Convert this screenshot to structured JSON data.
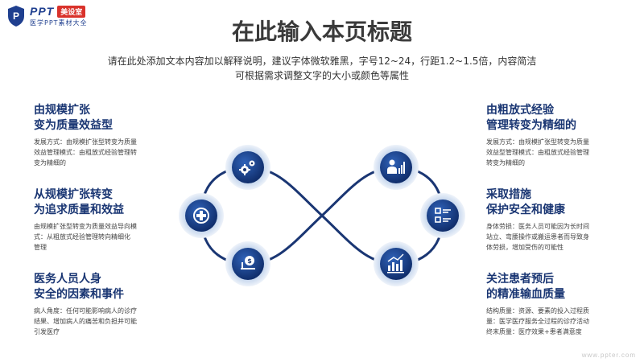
{
  "logo": {
    "brand": "PPT",
    "badge": "美设室",
    "subtitle": "医学PPT素材大全"
  },
  "header": {
    "title": "在此输入本页标题",
    "desc_line1": "请在此处添加文本内容加以解释说明，建议字体微软雅黑，字号12~24，行距1.2~1.5倍，内容简洁",
    "desc_line2": "可根据需求调整文字的大小或颜色等属性"
  },
  "left_items": [
    {
      "title_line1": "由规模扩张",
      "title_line2": "变为质量效益型",
      "body_line1": "发展方式：由规模扩张型转变为质量",
      "body_line2": "效益管理模式：由粗放式经验管理转",
      "body_line3": "变为精细的"
    },
    {
      "title_line1": "从规模扩张转变",
      "title_line2": "为追求质量和效益",
      "body_line1": "由规模扩张型转变为质量效益导向模",
      "body_line2": "式：从粗放式经验管理转向精细化",
      "body_line3": "管理"
    },
    {
      "title_line1": "医务人员人身",
      "title_line2": "安全的因素和事件",
      "body_line1": "病人角度：任何可能影响病人的诊疗",
      "body_line2": "结果、增加病人的痛苦和负担并可能",
      "body_line3": "引发医疗"
    }
  ],
  "right_items": [
    {
      "title_line1": "由粗放式经验",
      "title_line2": "管理转变为精细的",
      "body_line1": "发展方式：由规模扩张型转变为质量",
      "body_line2": "效益型管理模式：由粗放式经验管理",
      "body_line3": "转变为精细的"
    },
    {
      "title_line1": "采取措施",
      "title_line2": "保护安全和健康",
      "body_line1": "身体劳损：医务人员可能因为长时间",
      "body_line2": "站立、弯腰操作或搬运患者而导致身",
      "body_line3": "体劳损，增加受伤的可能性"
    },
    {
      "title_line1": "关注患者预后",
      "title_line2": "的精准输血质量",
      "body_line1": "结构质量：资源、要素的投入过程质",
      "body_line2": "量：医学医疗服务全过程的诊疗活动",
      "body_line3": "终末质量：医疗效果+患者满意度"
    }
  ],
  "icons": {
    "top_left": "gears-icon",
    "mid_left": "medical-cross-icon",
    "bottom_left": "money-scale-icon",
    "top_right": "person-chart-icon",
    "mid_right": "list-grid-icon",
    "bottom_right": "bar-chart-icon"
  },
  "colors": {
    "primary": "#1a3673",
    "accent": "#1f4fa0",
    "brand_red": "#d9322b",
    "halo": "#cddcf0"
  },
  "footer": {
    "text": "www.ppter.com"
  }
}
